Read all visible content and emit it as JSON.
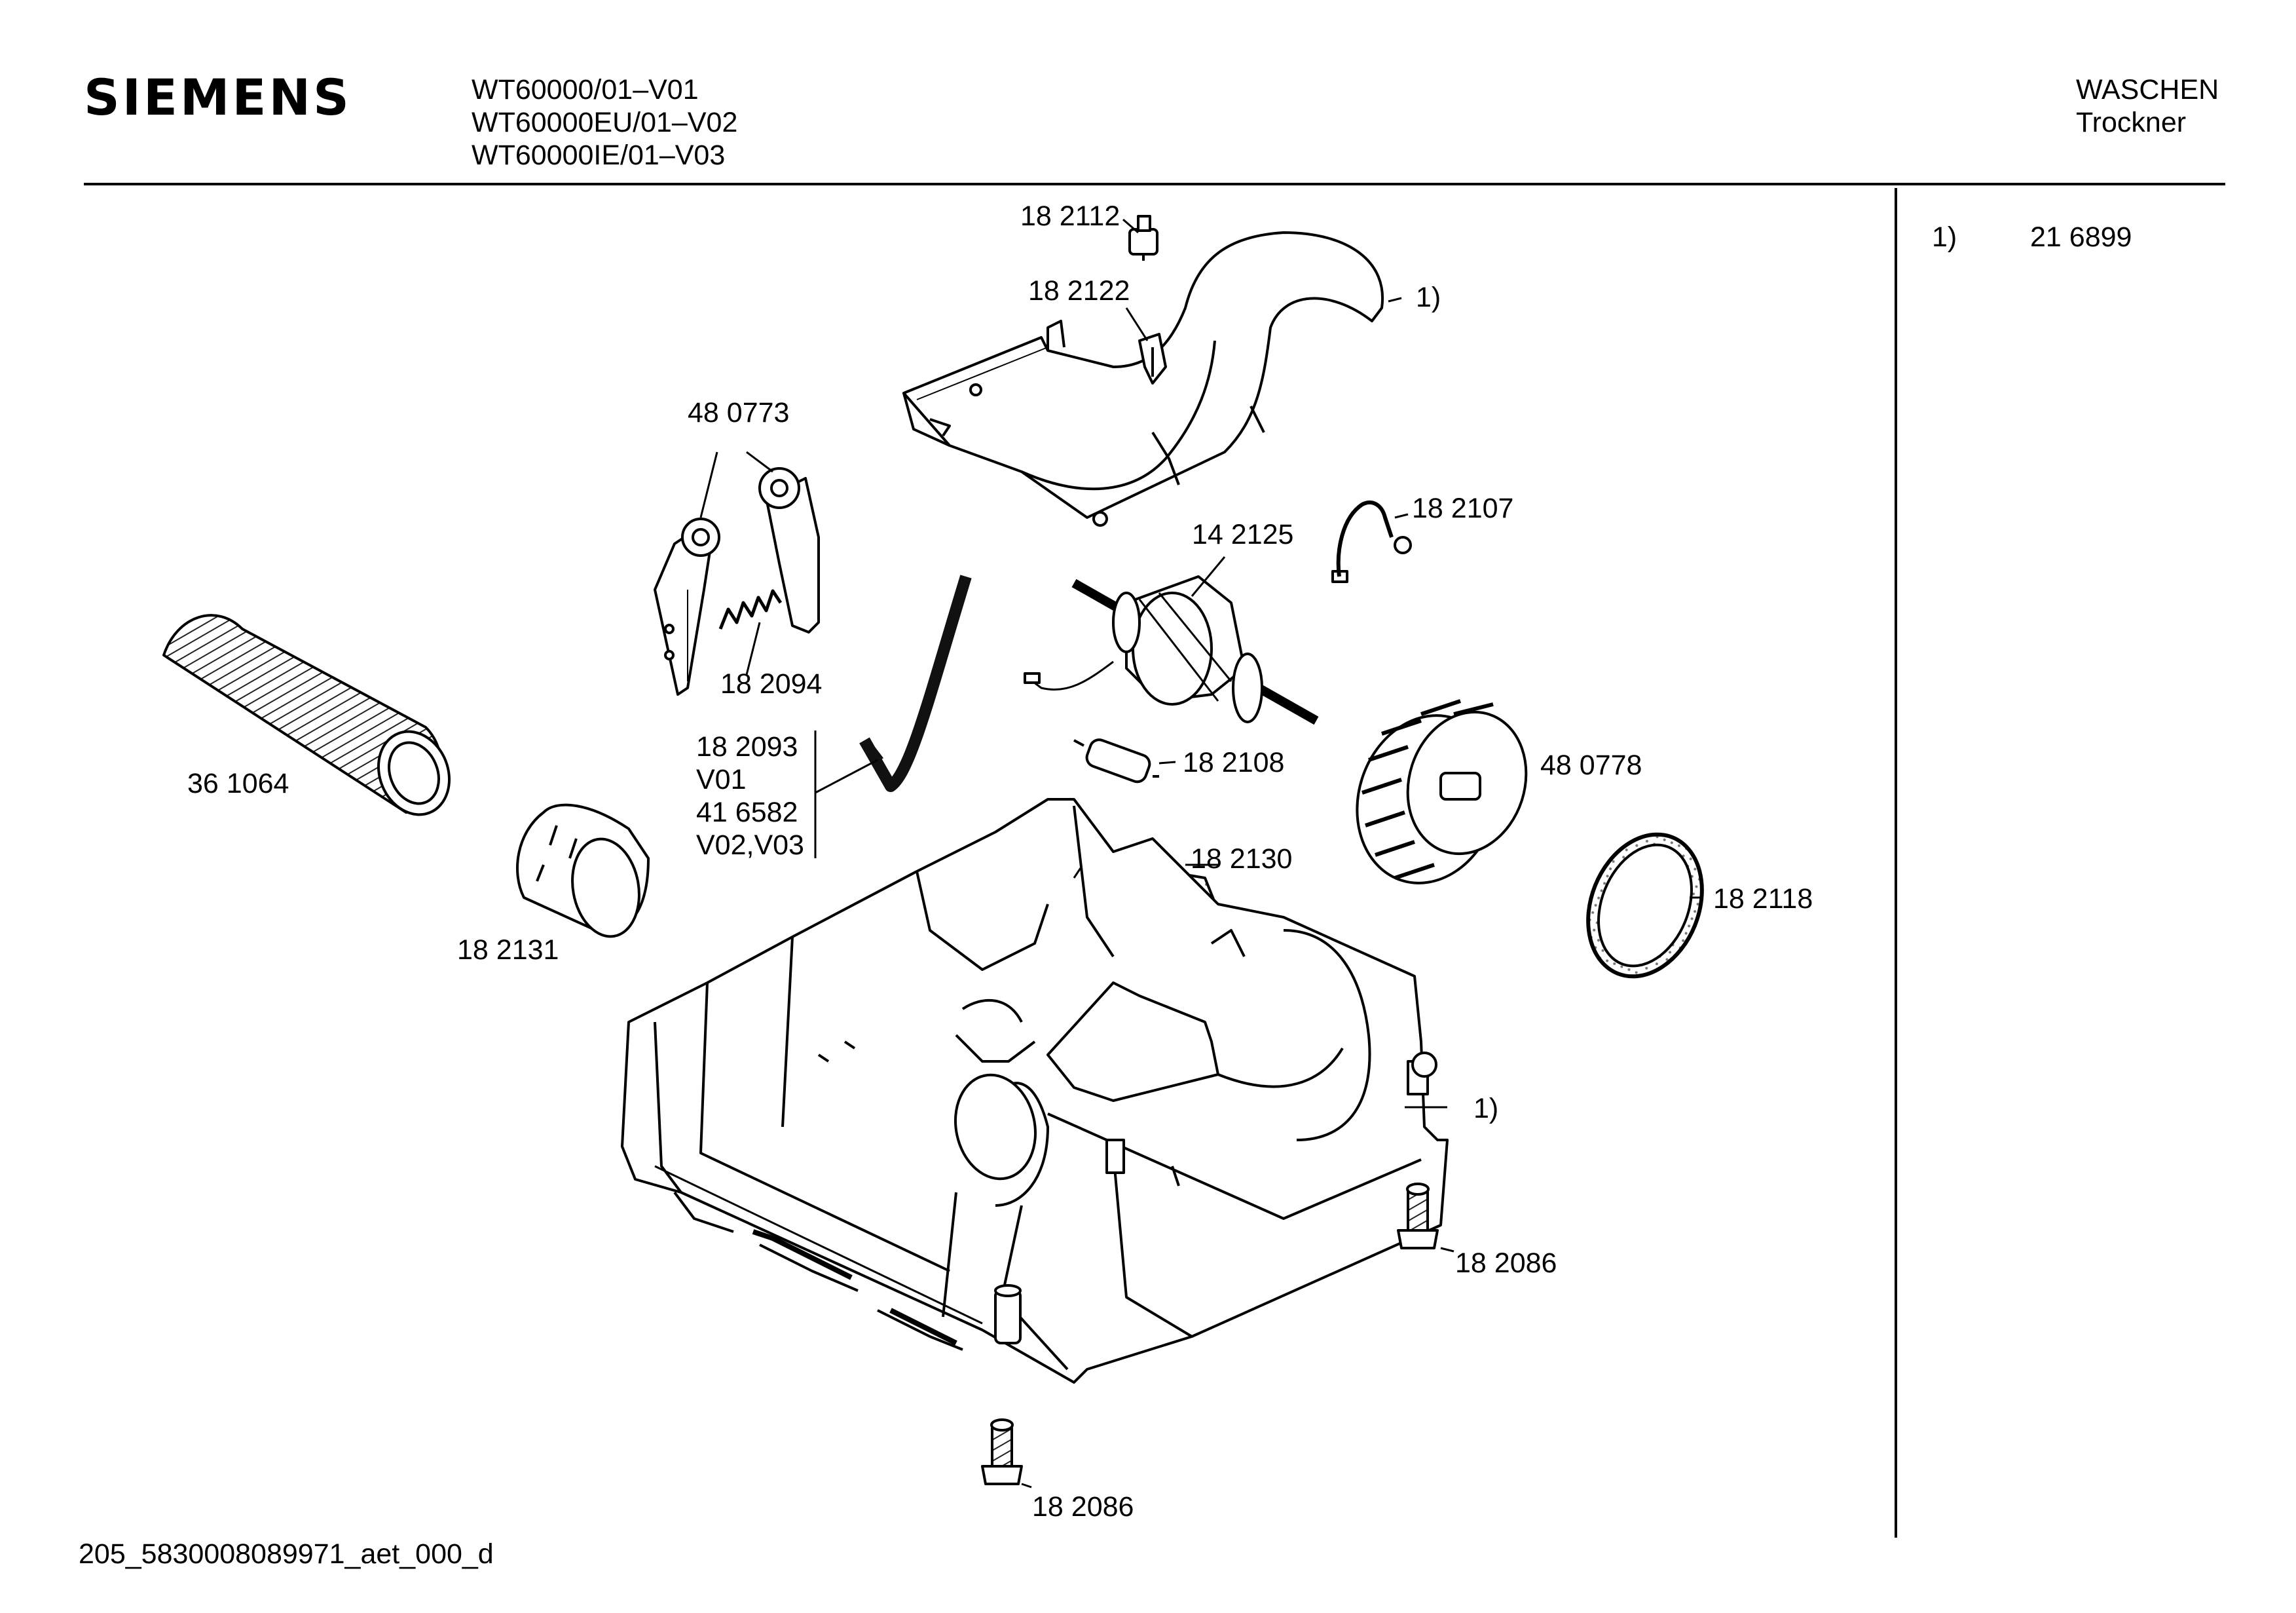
{
  "header": {
    "brand": "SIEMENS",
    "models": [
      "WT60000/01–V01",
      "WT60000EU/01–V02",
      "WT60000IE/01–V03"
    ],
    "category_line1": "WASCHEN",
    "category_line2": "Trockner"
  },
  "legend": {
    "key": "1)",
    "value": "21 6899"
  },
  "parts": {
    "p182112": "18 2112",
    "p182122": "18 2122",
    "note_top": "1)",
    "p480773": "48 0773",
    "p182107": "18 2107",
    "p142125": "14 2125",
    "p182094": "18 2094",
    "p361064": "36 1064",
    "p182093": "18 2093",
    "v01": "V01",
    "p416582": "41 6582",
    "v02v03": "V02,V03",
    "p182108": "18 2108",
    "p480778": "48 0778",
    "p182130": "18 2130",
    "p182118": "18 2118",
    "p182131": "18 2131",
    "note_bottom": "1)",
    "p182086a": "18 2086",
    "p182086b": "18 2086"
  },
  "footer": {
    "code": "205_5830008089971_aet_000_d"
  }
}
